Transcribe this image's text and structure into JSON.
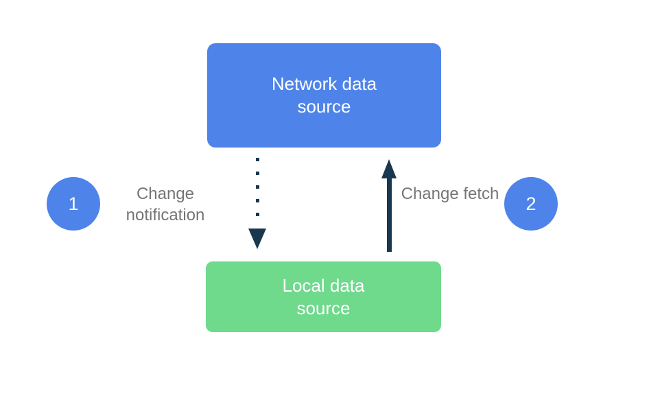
{
  "diagram": {
    "network_box": {
      "label": "Network data source"
    },
    "local_box": {
      "label": "Local data source"
    },
    "left_annotation": {
      "badge": "1",
      "label": "Change notification"
    },
    "right_annotation": {
      "badge": "2",
      "label": "Change fetch"
    },
    "arrows": {
      "change_notification": {
        "style": "dotted",
        "direction": "down"
      },
      "change_fetch": {
        "style": "solid",
        "direction": "up"
      }
    },
    "colors": {
      "box_blue": "#4e83ea",
      "box_green": "#6fd98c",
      "arrow_navy": "#17384e",
      "label_gray": "#757575",
      "background": "#ffffff"
    }
  }
}
